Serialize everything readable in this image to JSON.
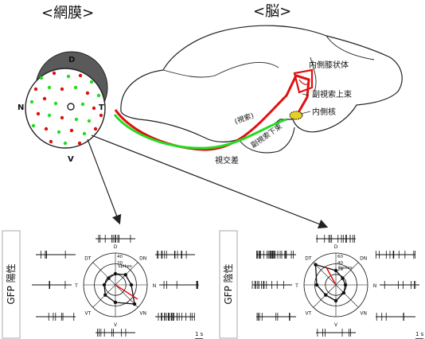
{
  "titles": {
    "retina": "<網膜>",
    "brain": "<脳>"
  },
  "retina": {
    "directions": {
      "dorsal": "D",
      "nasal": "N",
      "temporal": "T",
      "ventral": "V"
    },
    "colors": {
      "green_dot": "#22dd22",
      "red_dot": "#dd1111",
      "back_shade": "#5a5a5a"
    }
  },
  "brain_labels": {
    "lgn": "内側膝状体",
    "superior_fasciculus": "副視索上束",
    "medial_nucleus": "内側核",
    "optic_tract": "(視索)",
    "inferior_fasciculus": "副視索下束",
    "chiasm": "視交差"
  },
  "pathway_colors": {
    "red": "#e01010",
    "green": "#22dd22",
    "nucleus": "#e8d020"
  },
  "panels": [
    {
      "side_label": "GFP 陽性",
      "side_label_color": "#22aa22",
      "polar": {
        "radius_labels": [
          "40",
          "20"
        ],
        "unit": "Spikes",
        "directions": [
          "D",
          "DN",
          "N",
          "VN",
          "V",
          "VT",
          "T",
          "DT"
        ]
      },
      "scale_bar": "1 s"
    },
    {
      "side_label": "GFP 陰性",
      "side_label_color": "#e02020",
      "polar": {
        "radius_labels": [
          "60",
          "40",
          "20"
        ],
        "unit": "Spikes",
        "directions": [
          "D",
          "DN",
          "N",
          "VN",
          "V",
          "VT",
          "T",
          "DT"
        ]
      },
      "scale_bar": "1 s"
    }
  ]
}
